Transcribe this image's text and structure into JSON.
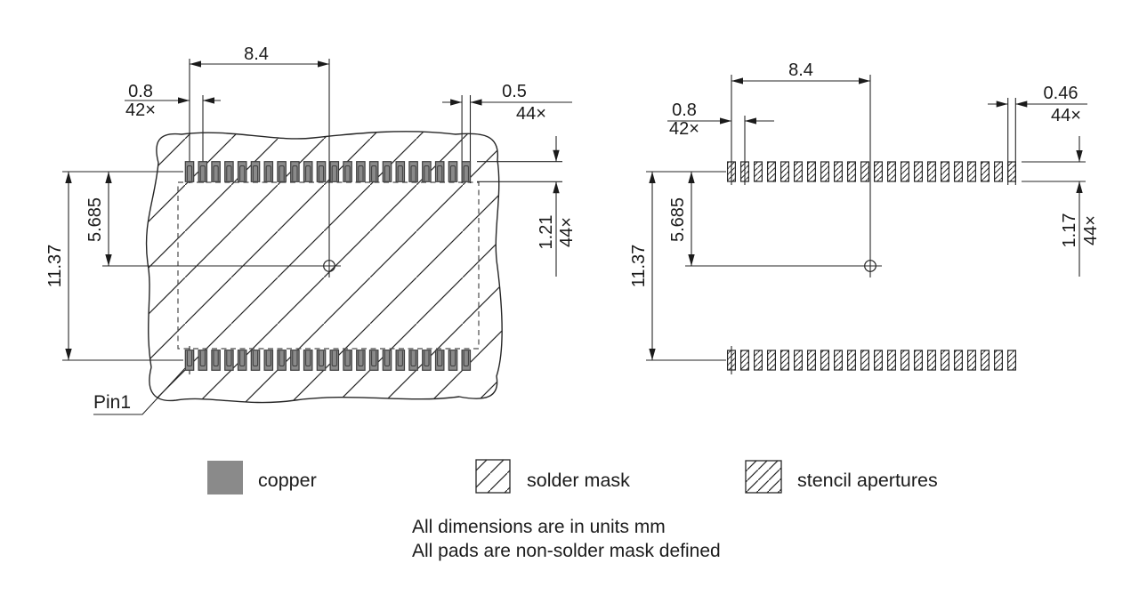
{
  "left_view": {
    "description": "copper pads with solder mask",
    "pads_per_row": 22,
    "rows": 2,
    "dims": {
      "center_offset": "8.4",
      "pad_pitch": "0.8",
      "pad_pitch_count": "42×",
      "pad_width": "0.5",
      "pad_width_count": "44×",
      "pad_height": "1.21",
      "pad_height_count": "44×",
      "row_span": "11.37",
      "row_half_span": "5.685"
    },
    "pin1_label": "Pin1"
  },
  "right_view": {
    "description": "stencil apertures",
    "apertures_per_row": 22,
    "rows": 2,
    "dims": {
      "center_offset": "8.4",
      "aperture_pitch": "0.8",
      "aperture_pitch_count": "42×",
      "aperture_width": "0.46",
      "aperture_width_count": "44×",
      "aperture_height": "1.17",
      "aperture_height_count": "44×",
      "row_span": "11.37",
      "row_half_span": "5.685"
    }
  },
  "legend": {
    "items": [
      {
        "key": "copper",
        "label": "copper"
      },
      {
        "key": "solder-mask",
        "label": "solder mask"
      },
      {
        "key": "stencil-apertures",
        "label": "stencil apertures"
      }
    ]
  },
  "notes": {
    "line1": "All dimensions are in units mm",
    "line2": "All pads are non-solder mask defined"
  },
  "colors": {
    "copper": "#8a8a8a",
    "line": "#262626",
    "background": "#ffffff"
  }
}
